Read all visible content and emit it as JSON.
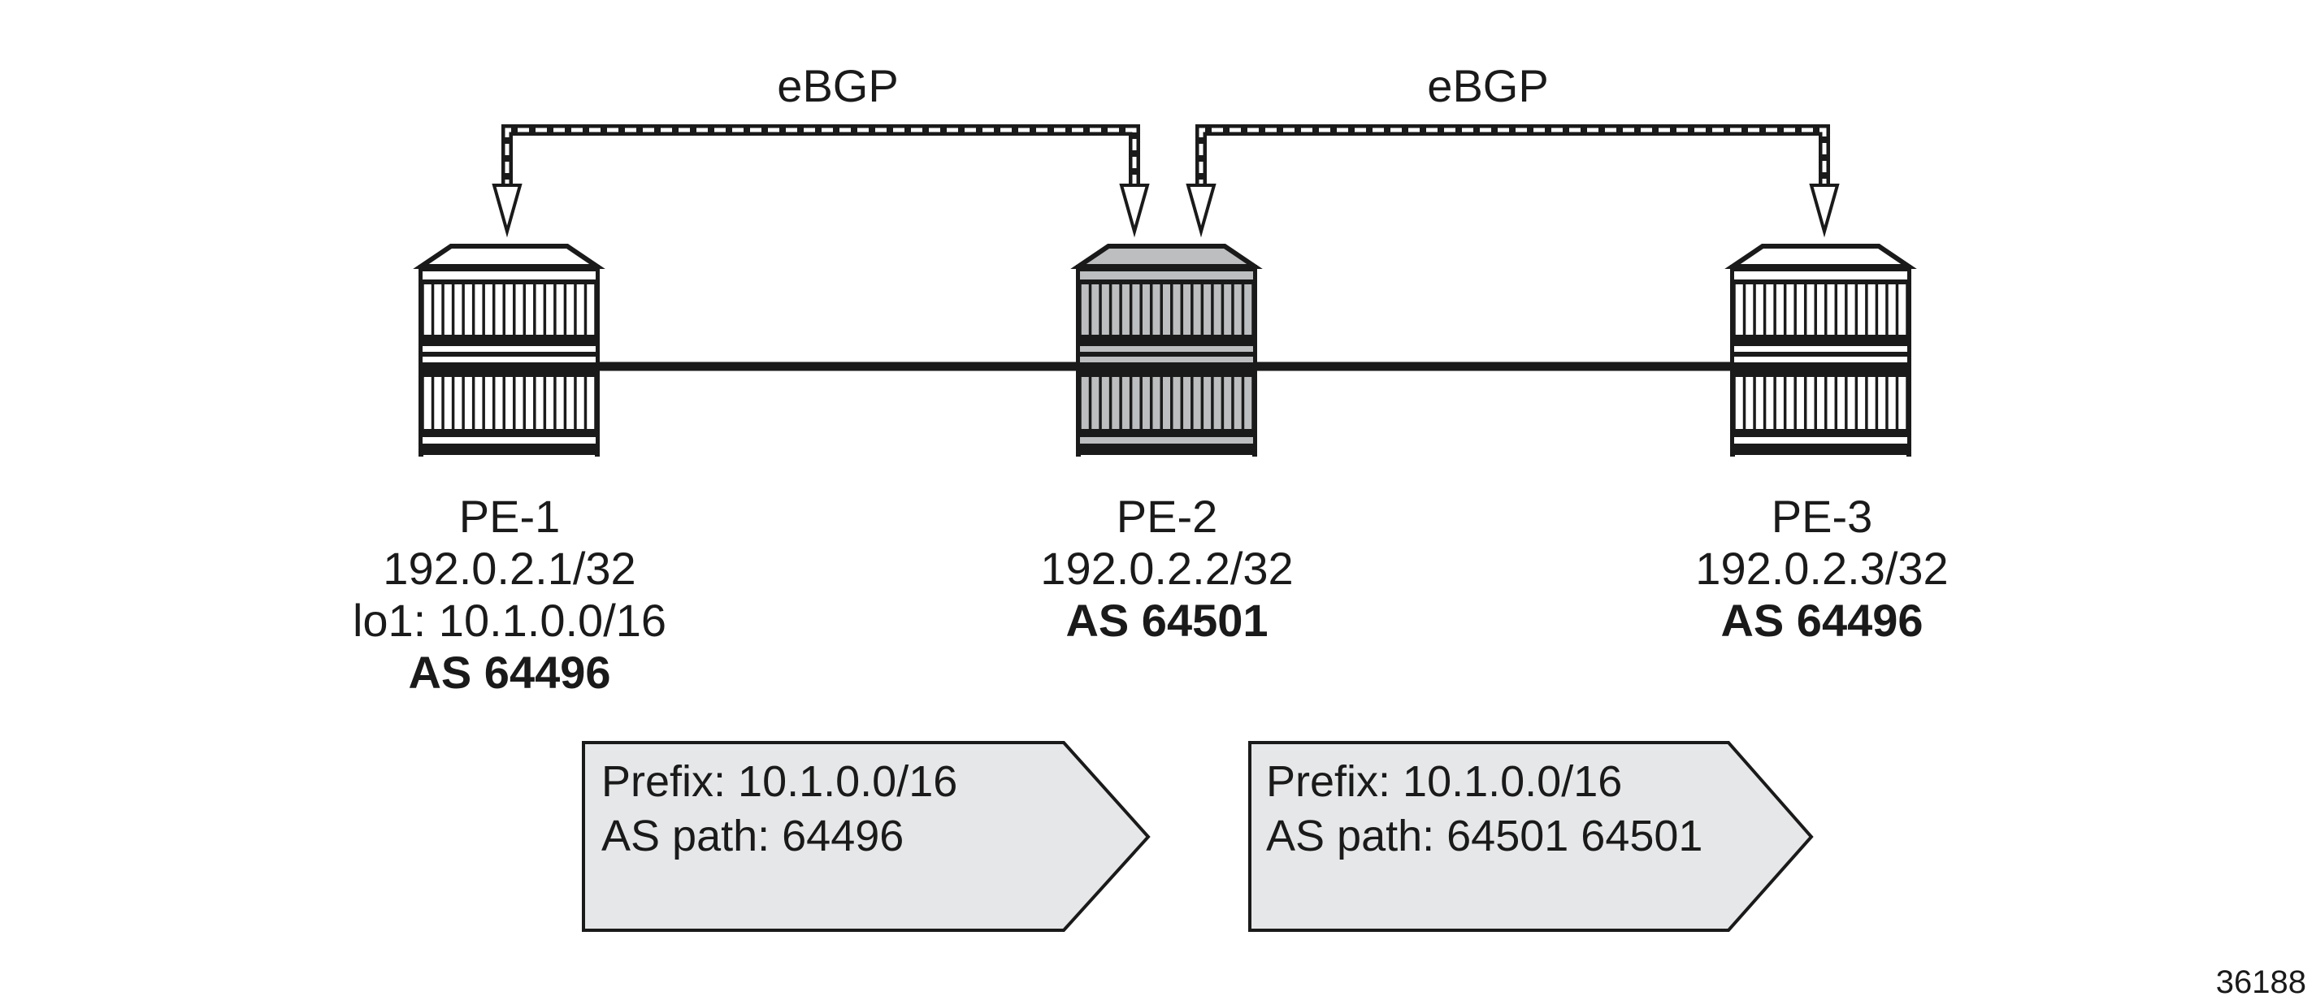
{
  "sessions": [
    {
      "label": "eBGP"
    },
    {
      "label": "eBGP"
    }
  ],
  "routers": [
    {
      "name": "PE-1",
      "lines": [
        "192.0.2.1/32",
        "lo1: 10.1.0.0/16"
      ],
      "as": "AS 64496",
      "fill": "#ffffff"
    },
    {
      "name": "PE-2",
      "lines": [
        "192.0.2.2/32"
      ],
      "as": "AS 64501",
      "fill": "#bcbec0"
    },
    {
      "name": "PE-3",
      "lines": [
        "192.0.2.3/32"
      ],
      "as": "AS 64496",
      "fill": "#ffffff"
    }
  ],
  "updates": [
    {
      "prefix": "Prefix: 10.1.0.0/16",
      "as_path": "AS path: 64496"
    },
    {
      "prefix": "Prefix: 10.1.0.0/16",
      "as_path": "AS path: 64501 64501"
    }
  ],
  "figure_id": "36188",
  "colors": {
    "line": "#1a1a1a",
    "box_fill": "#e6e7e8",
    "router_core": "#bcbec0"
  }
}
